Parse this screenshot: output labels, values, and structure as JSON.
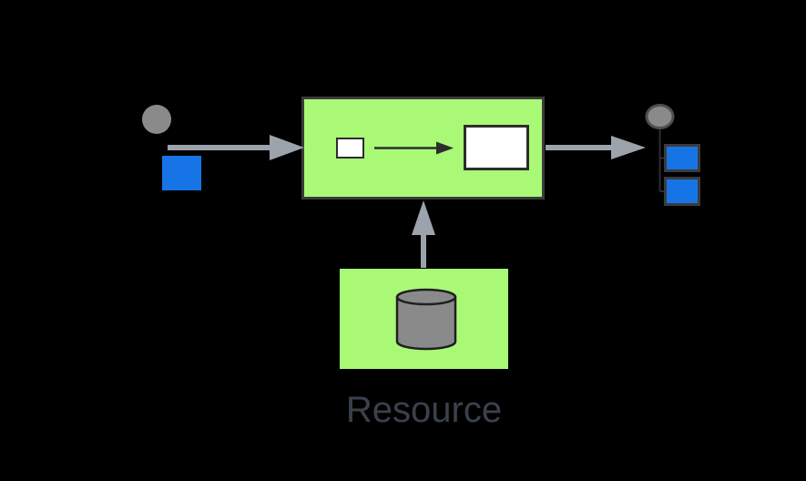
{
  "labels": {
    "resource": "Resource"
  },
  "colors": {
    "background": "#000000",
    "activity_fill": "#a9f977",
    "activity_border": "#3b3b3b",
    "entity_blue": "#1674e6",
    "entity_white": "#ffffff",
    "shape_gray": "#8a8a8a",
    "arrow_gray": "#9da3ad",
    "line_dark": "#2d2d2d",
    "circle_outline": "#4f4f4f",
    "label_text": "#3a414c"
  },
  "diagram": {
    "type": "process-flow",
    "nodes": [
      {
        "id": "entity-source",
        "shape": "gray-circle-with-blue-square",
        "label": ""
      },
      {
        "id": "activity",
        "shape": "green-box",
        "label": "",
        "contains": [
          "small-white-entity",
          "transform-arrow",
          "large-white-entity"
        ]
      },
      {
        "id": "output-sink",
        "shape": "gray-circle-with-two-blue-squares",
        "label": ""
      },
      {
        "id": "resource",
        "shape": "green-box-with-database-cylinder",
        "label": "Resource"
      }
    ],
    "edges": [
      {
        "from": "entity-source",
        "to": "activity",
        "style": "gray-arrow-right"
      },
      {
        "from": "activity",
        "to": "output-sink",
        "style": "gray-arrow-right"
      },
      {
        "from": "resource",
        "to": "activity",
        "style": "gray-arrow-up"
      }
    ],
    "icons": [
      "source-circle-icon",
      "input-arrow-icon",
      "transform-arrow-icon",
      "output-arrow-icon",
      "resource-arrow-icon",
      "output-circle-icon",
      "database-cylinder-icon"
    ]
  }
}
